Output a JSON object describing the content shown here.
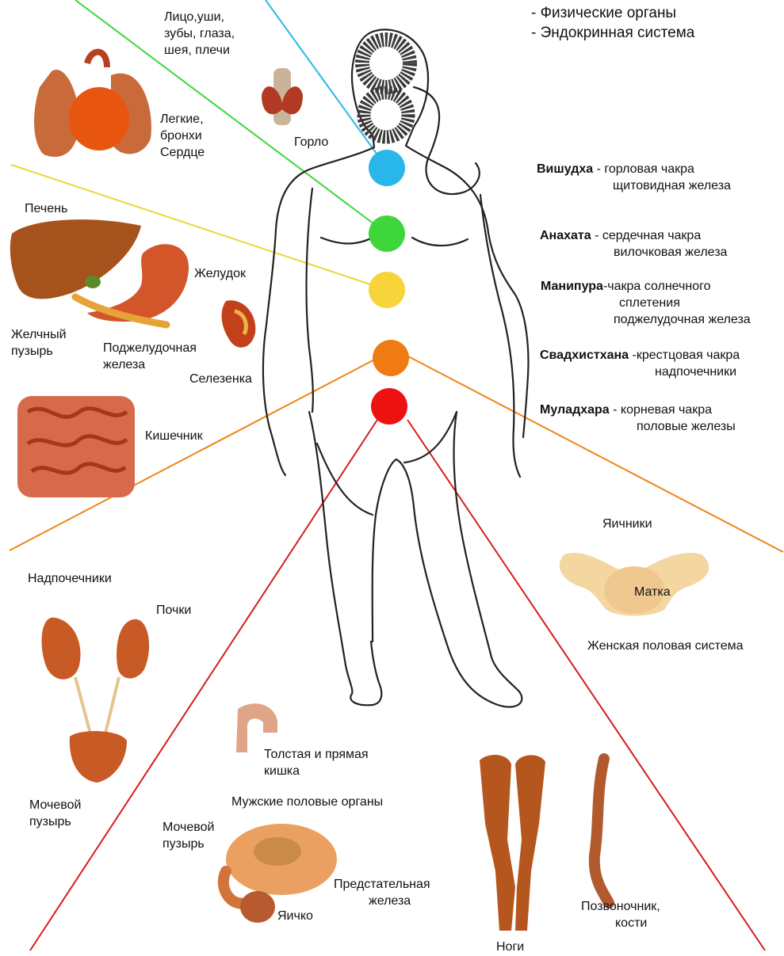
{
  "legend": [
    "- Физические органы",
    "- Эндокринная система"
  ],
  "chakras": [
    {
      "name": "Вишудха",
      "desc1": " - горловая чакра",
      "desc2": "щитовидная железа",
      "color": "#29b6e8"
    },
    {
      "name": "Анахата",
      "desc1": " - сердечная чакра",
      "desc2": "вилочковая железа",
      "color": "#3ed63a"
    },
    {
      "name": "Манипура",
      "desc1": "-чакра солнечного",
      "desc2": "сплетения",
      "desc3": "поджелудочная железа",
      "color": "#f6d43a"
    },
    {
      "name": "Свадхистхана",
      "desc1": " -крестцовая чакра",
      "desc2": "надпочечники",
      "color": "#f07b12"
    },
    {
      "name": "Муладхара",
      "desc1": " - корневая чакра",
      "desc2": "половые железы",
      "color": "#ee1111"
    }
  ],
  "labels": {
    "face": [
      "Лицо,уши,",
      "зубы, глаза,",
      "шея, плечи"
    ],
    "throat": "Горло",
    "lungs": [
      "Легкие,",
      "бронхи",
      "Сердце"
    ],
    "liver": "Печень",
    "stomach": "Желудок",
    "gallbladder": [
      "Желчный",
      "пузырь"
    ],
    "pancreas": [
      "Поджелудочная",
      "железа"
    ],
    "spleen": "Селезенка",
    "intestine": "Кишечник",
    "adrenals": "Надпочечники",
    "kidneys": "Почки",
    "bladder": [
      "Мочевой",
      "пузырь"
    ],
    "colon": [
      "Толстая и прямая",
      "кишка"
    ],
    "male_organs": "Мужские половые органы",
    "male_bladder": [
      "Мочевой",
      "пузырь"
    ],
    "prostate": [
      "Предстательная",
      "железа"
    ],
    "testicle": "Яичко",
    "legs": "Ноги",
    "spine": [
      "Позвоночник,",
      "кости"
    ],
    "ovaries": "Яичники",
    "uterus": "Матка",
    "female_system": "Женская половая система"
  }
}
